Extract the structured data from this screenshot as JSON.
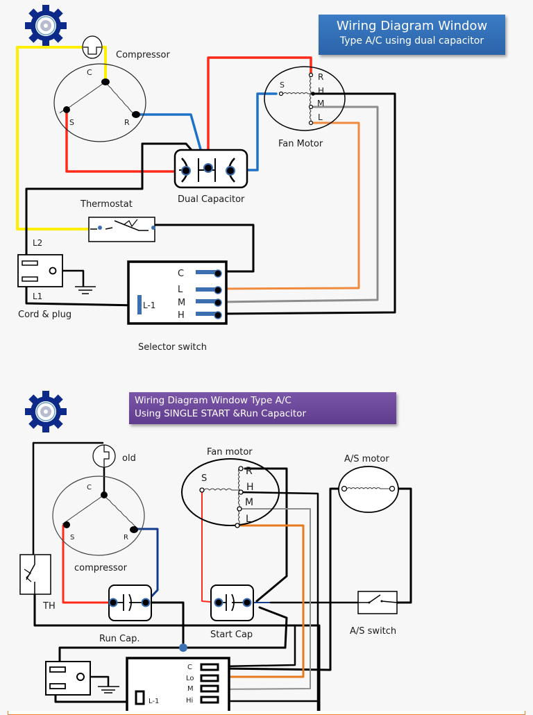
{
  "colors": {
    "slide_border": "#ed7d31",
    "title1_bg": "#2e6db4",
    "title2_bg": "#6a4699",
    "wire_yellow": "#ffee00",
    "wire_red": "#ff2a1a",
    "wire_blue": "#1e73c8",
    "wire_darkblue": "#123c8c",
    "wire_orange": "#f08a3c",
    "wire_gray": "#8c8c8c",
    "wire_black": "#000000",
    "terminal_blue": "#3b6fb0",
    "logo_blue": "#0d2a8a"
  },
  "diagram1": {
    "logo": "gear-logo",
    "title_line1": "Wiring Diagram Window",
    "title_line2": "Type A/C  using dual capacitor",
    "labels": {
      "compressor": "Compressor",
      "comp_c": "C",
      "comp_s": "S",
      "comp_r": "R",
      "fan_motor": "Fan Motor",
      "fan_s": "S",
      "fan_r": "R",
      "fan_h": "H",
      "fan_m": "M",
      "fan_l": "L",
      "dual_capacitor": "Dual Capacitor",
      "thermostat": "Thermostat",
      "l2": "L2",
      "l1": "L1",
      "cord_plug": "Cord & plug",
      "selector_switch": "Selector switch",
      "sel_c": "C",
      "sel_l": "L",
      "sel_m": "M",
      "sel_h": "H",
      "sel_l1": "L-1"
    }
  },
  "diagram2": {
    "logo": "gear-logo",
    "title_line1": "Wiring Diagram Window Type A/C",
    "title_line2": "Using SINGLE START &Run Capacitor",
    "labels": {
      "old": "old",
      "compressor": "compressor",
      "comp_c": "C",
      "comp_s": "S",
      "comp_r": "R",
      "fan_motor": "Fan motor",
      "fan_s": "S",
      "fan_r": "R",
      "fan_h": "H",
      "fan_m": "M",
      "fan_l": "L",
      "as_motor": "A/S motor",
      "th": "TH",
      "run_cap": "Run Cap.",
      "start_cap": "Start Cap",
      "as_switch": "A/S  switch",
      "sel_c": "C",
      "sel_lo": "Lo",
      "sel_m": "M",
      "sel_hi": "Hi",
      "sel_l1": "L-1"
    }
  }
}
